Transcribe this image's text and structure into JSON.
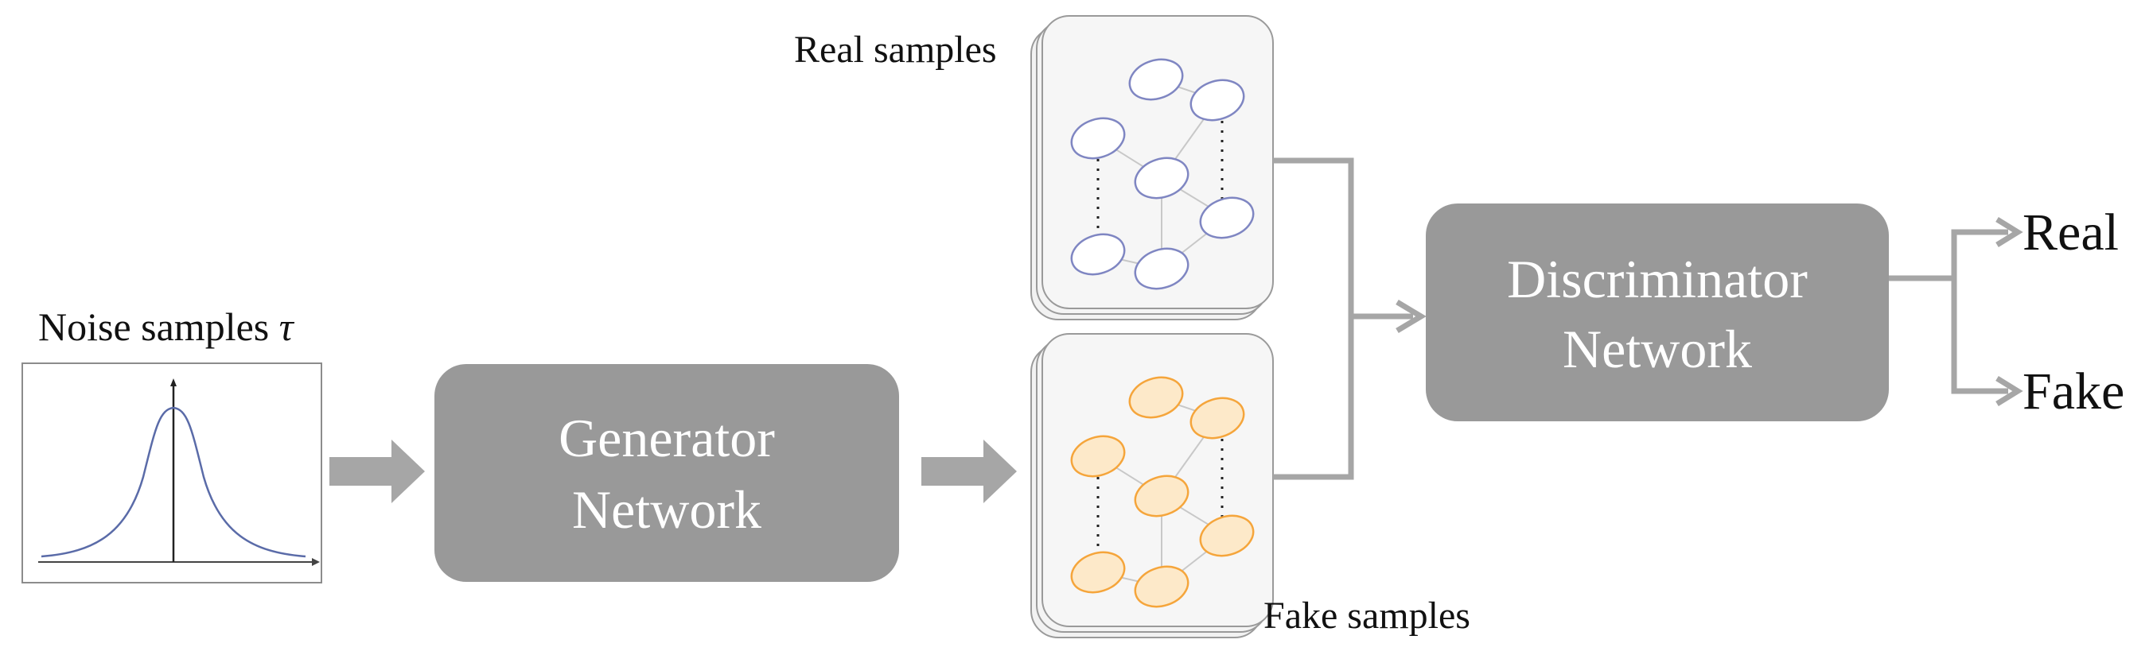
{
  "labels": {
    "noise": "Noise samples",
    "noise_symbol": "τ",
    "real_samples": "Real samples",
    "fake_samples": "Fake samples",
    "generator_line1": "Generator",
    "generator_line2": "Network",
    "discriminator_line1": "Discriminator",
    "discriminator_line2": "Network",
    "out_real": "Real",
    "out_fake": "Fake"
  },
  "colors": {
    "box_fill": "#999999",
    "arrow": "#a6a6a6",
    "card_fill": "#f2f2f2",
    "card_stroke": "#9a9a9a",
    "real_node_stroke": "#7f86c2",
    "fake_node_fill": "#fde9c9",
    "fake_node_stroke": "#f5a53b",
    "curve": "#5a6ba8"
  }
}
